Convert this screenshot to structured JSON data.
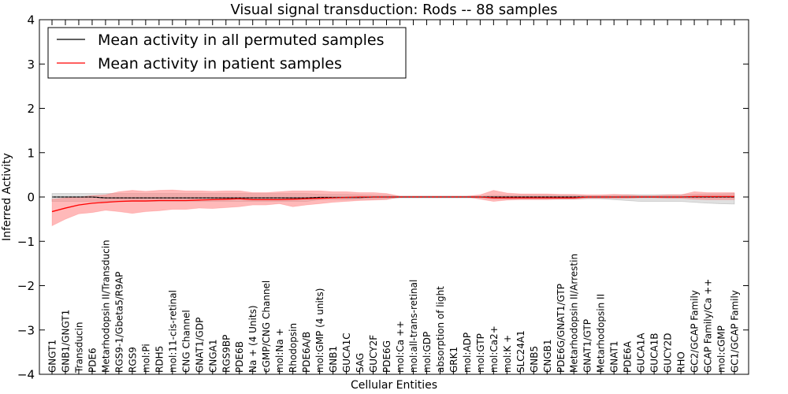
{
  "chart_data": {
    "type": "line",
    "title": "Visual signal transduction: Rods -- 88 samples",
    "xlabel": "Cellular Entities",
    "ylabel": "Inferred Activity",
    "ylim": [
      -4,
      4
    ],
    "yticks": [
      -4,
      -3,
      -2,
      -1,
      0,
      1,
      2,
      3,
      4
    ],
    "ytick_labels": [
      "−4",
      "−3",
      "−2",
      "−1",
      "0",
      "1",
      "2",
      "3",
      "4"
    ],
    "legend_position": "top-left",
    "grid": false,
    "categories": [
      "GNGT1",
      "GNB1/GNGT1",
      "Transducin",
      "PDE6",
      "Metarhodopsin II/Transducin",
      "RGS9-1/Gbeta5/R9AP",
      "RGS9",
      "mol:Pi",
      "RDH5",
      "mol:11-cis-retinal",
      "CNG Channel",
      "GNAT1/GDP",
      "CNGA1",
      "RGS9BP",
      "PDE6B",
      "Na + (4 Units)",
      "cGMP/CNG Channel",
      "mol:Na +",
      "Rhodopsin",
      "PDE6A/B",
      "mol:GMP (4 units)",
      "GNB1",
      "GUCA1C",
      "SAG",
      "GUCY2F",
      "PDE6G",
      "mol:Ca ++",
      "mol:all-trans-retinal",
      "mol:GDP",
      "absorption of light",
      "GRK1",
      "mol:ADP",
      "mol:GTP",
      "mol:Ca2+",
      "mol:K +",
      "SLC24A1",
      "GNB5",
      "CNGB1",
      "PDE6G/GNAT1/GTP",
      "Metarhodopsin II/Arrestin",
      "GNAT1/GTP",
      "Metarhodopsin II",
      "GNAT1",
      "PDE6A",
      "GUCA1A",
      "GUCA1B",
      "GUCY2D",
      "RHO",
      "GC2/GCAP Family",
      "GCAP Family/Ca ++",
      "mol:cGMP",
      "GC1/GCAP Family"
    ],
    "series": [
      {
        "name": "Mean activity in all permuted samples",
        "color": "#000000",
        "band_color": "#bbbbbb",
        "values": [
          0,
          0,
          0,
          0,
          -0.02,
          -0.02,
          -0.02,
          -0.02,
          -0.02,
          -0.02,
          -0.02,
          -0.02,
          -0.02,
          -0.02,
          -0.02,
          -0.02,
          -0.02,
          -0.02,
          -0.02,
          -0.02,
          -0.01,
          -0.01,
          -0.01,
          -0.01,
          0,
          0,
          0,
          0,
          0,
          0,
          0,
          0,
          0,
          0,
          0,
          0,
          0,
          0,
          0,
          0,
          0,
          0,
          0,
          0,
          0,
          0,
          0,
          0,
          0,
          0,
          0,
          0
        ],
        "lower": [
          -0.1,
          -0.1,
          -0.1,
          -0.1,
          -0.1,
          -0.1,
          -0.1,
          -0.1,
          -0.1,
          -0.1,
          -0.1,
          -0.1,
          -0.1,
          -0.1,
          -0.1,
          -0.1,
          -0.1,
          -0.1,
          -0.1,
          -0.1,
          -0.06,
          -0.06,
          -0.06,
          -0.05,
          -0.04,
          -0.04,
          -0.02,
          -0.02,
          -0.02,
          -0.02,
          -0.02,
          -0.02,
          -0.02,
          -0.05,
          -0.05,
          -0.05,
          -0.05,
          -0.05,
          -0.05,
          -0.05,
          -0.04,
          -0.04,
          -0.06,
          -0.08,
          -0.1,
          -0.1,
          -0.1,
          -0.1,
          -0.12,
          -0.14,
          -0.15,
          -0.16
        ],
        "upper": [
          0.08,
          0.08,
          0.08,
          0.08,
          0.08,
          0.08,
          0.08,
          0.08,
          0.08,
          0.08,
          0.08,
          0.08,
          0.08,
          0.08,
          0.08,
          0.08,
          0.08,
          0.08,
          0.08,
          0.08,
          0.06,
          0.06,
          0.06,
          0.05,
          0.04,
          0.04,
          0.02,
          0.02,
          0.02,
          0.02,
          0.02,
          0.02,
          0.02,
          0.04,
          0.04,
          0.04,
          0.04,
          0.04,
          0.04,
          0.04,
          0.03,
          0.03,
          0.04,
          0.05,
          0.05,
          0.05,
          0.05,
          0.05,
          0.06,
          0.07,
          0.07,
          0.08
        ]
      },
      {
        "name": "Mean activity in patient samples",
        "color": "#ff0000",
        "band_color": "#ff8080",
        "values": [
          -0.33,
          -0.25,
          -0.18,
          -0.14,
          -0.12,
          -0.1,
          -0.09,
          -0.09,
          -0.08,
          -0.08,
          -0.08,
          -0.07,
          -0.06,
          -0.05,
          -0.04,
          -0.06,
          -0.06,
          -0.06,
          -0.05,
          -0.04,
          -0.03,
          -0.02,
          -0.01,
          0,
          0,
          0,
          0,
          0,
          0,
          0,
          0,
          0,
          0,
          -0.02,
          -0.02,
          -0.02,
          -0.02,
          -0.02,
          -0.02,
          -0.02,
          0,
          0,
          0,
          0,
          0,
          0,
          0,
          0,
          0.01,
          0.01,
          0.01,
          0.01
        ],
        "lower": [
          -0.65,
          -0.5,
          -0.38,
          -0.35,
          -0.3,
          -0.33,
          -0.37,
          -0.33,
          -0.31,
          -0.28,
          -0.28,
          -0.25,
          -0.26,
          -0.24,
          -0.22,
          -0.18,
          -0.18,
          -0.15,
          -0.22,
          -0.18,
          -0.15,
          -0.12,
          -0.1,
          -0.08,
          -0.07,
          -0.06,
          0,
          0,
          0,
          0,
          0,
          0,
          -0.05,
          -0.1,
          -0.07,
          -0.06,
          -0.06,
          -0.06,
          -0.05,
          -0.05,
          -0.03,
          -0.03,
          -0.03,
          -0.03,
          -0.02,
          -0.02,
          -0.03,
          -0.03,
          -0.05,
          -0.06,
          -0.06,
          -0.06
        ],
        "upper": [
          -0.05,
          -0.02,
          0,
          0.03,
          0.05,
          0.12,
          0.15,
          0.13,
          0.15,
          0.16,
          0.14,
          0.14,
          0.13,
          0.14,
          0.14,
          0.1,
          0.1,
          0.12,
          0.14,
          0.14,
          0.14,
          0.12,
          0.12,
          0.1,
          0.1,
          0.08,
          0.02,
          0.02,
          0.02,
          0.02,
          0.02,
          0.02,
          0.05,
          0.15,
          0.09,
          0.07,
          0.07,
          0.07,
          0.06,
          0.06,
          0.05,
          0.05,
          0.06,
          0.05,
          0.03,
          0.03,
          0.05,
          0.05,
          0.12,
          0.1,
          0.1,
          0.1
        ]
      }
    ]
  }
}
